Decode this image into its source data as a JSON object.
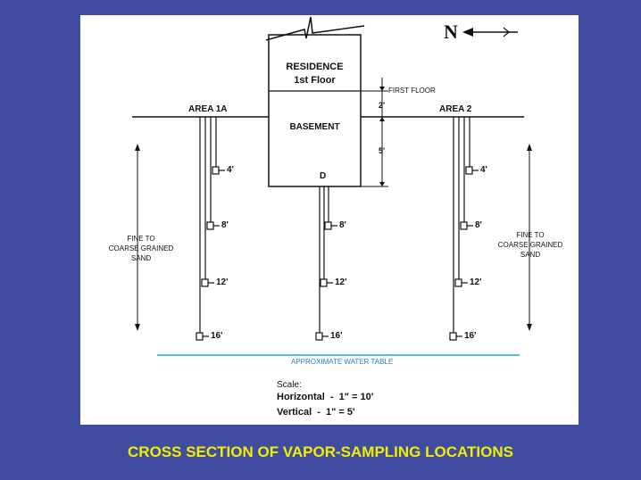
{
  "diagram": {
    "north_label": "N",
    "residence_label": "RESIDENCE",
    "floor_label": "1st Floor",
    "first_floor_callout": "FIRST FLOOR",
    "basement_label": "BASEMENT",
    "well_label": "D",
    "area_left": "AREA 1A",
    "area_right": "AREA 2",
    "dim_upper": "2'",
    "dim_lower": "5'",
    "soil_left": [
      "FINE TO",
      "COARSE GRAINED",
      "SAND"
    ],
    "soil_right": [
      "FINE TO",
      "COARSE GRAINED",
      "SAND"
    ],
    "depths_left": [
      "4'",
      "8'",
      "12'",
      "16'"
    ],
    "depths_center": [
      "8'",
      "12'",
      "16'"
    ],
    "depths_right": [
      "4'",
      "8'",
      "12'",
      "16'"
    ],
    "water_table_label": "APPROXIMATE WATER TABLE",
    "scale_title": "Scale:",
    "scale_horizontal": "Horizontal  -  1\" = 10'",
    "scale_vertical": "Vertical  -  1\" = 5'"
  },
  "caption": "CROSS SECTION OF VAPOR-SAMPLING LOCATIONS",
  "colors": {
    "background": "#3f4c9f",
    "panel": "#ffffff",
    "caption": "#f2f000",
    "water_table": "#2aa0d8",
    "ink": "#111111"
  }
}
